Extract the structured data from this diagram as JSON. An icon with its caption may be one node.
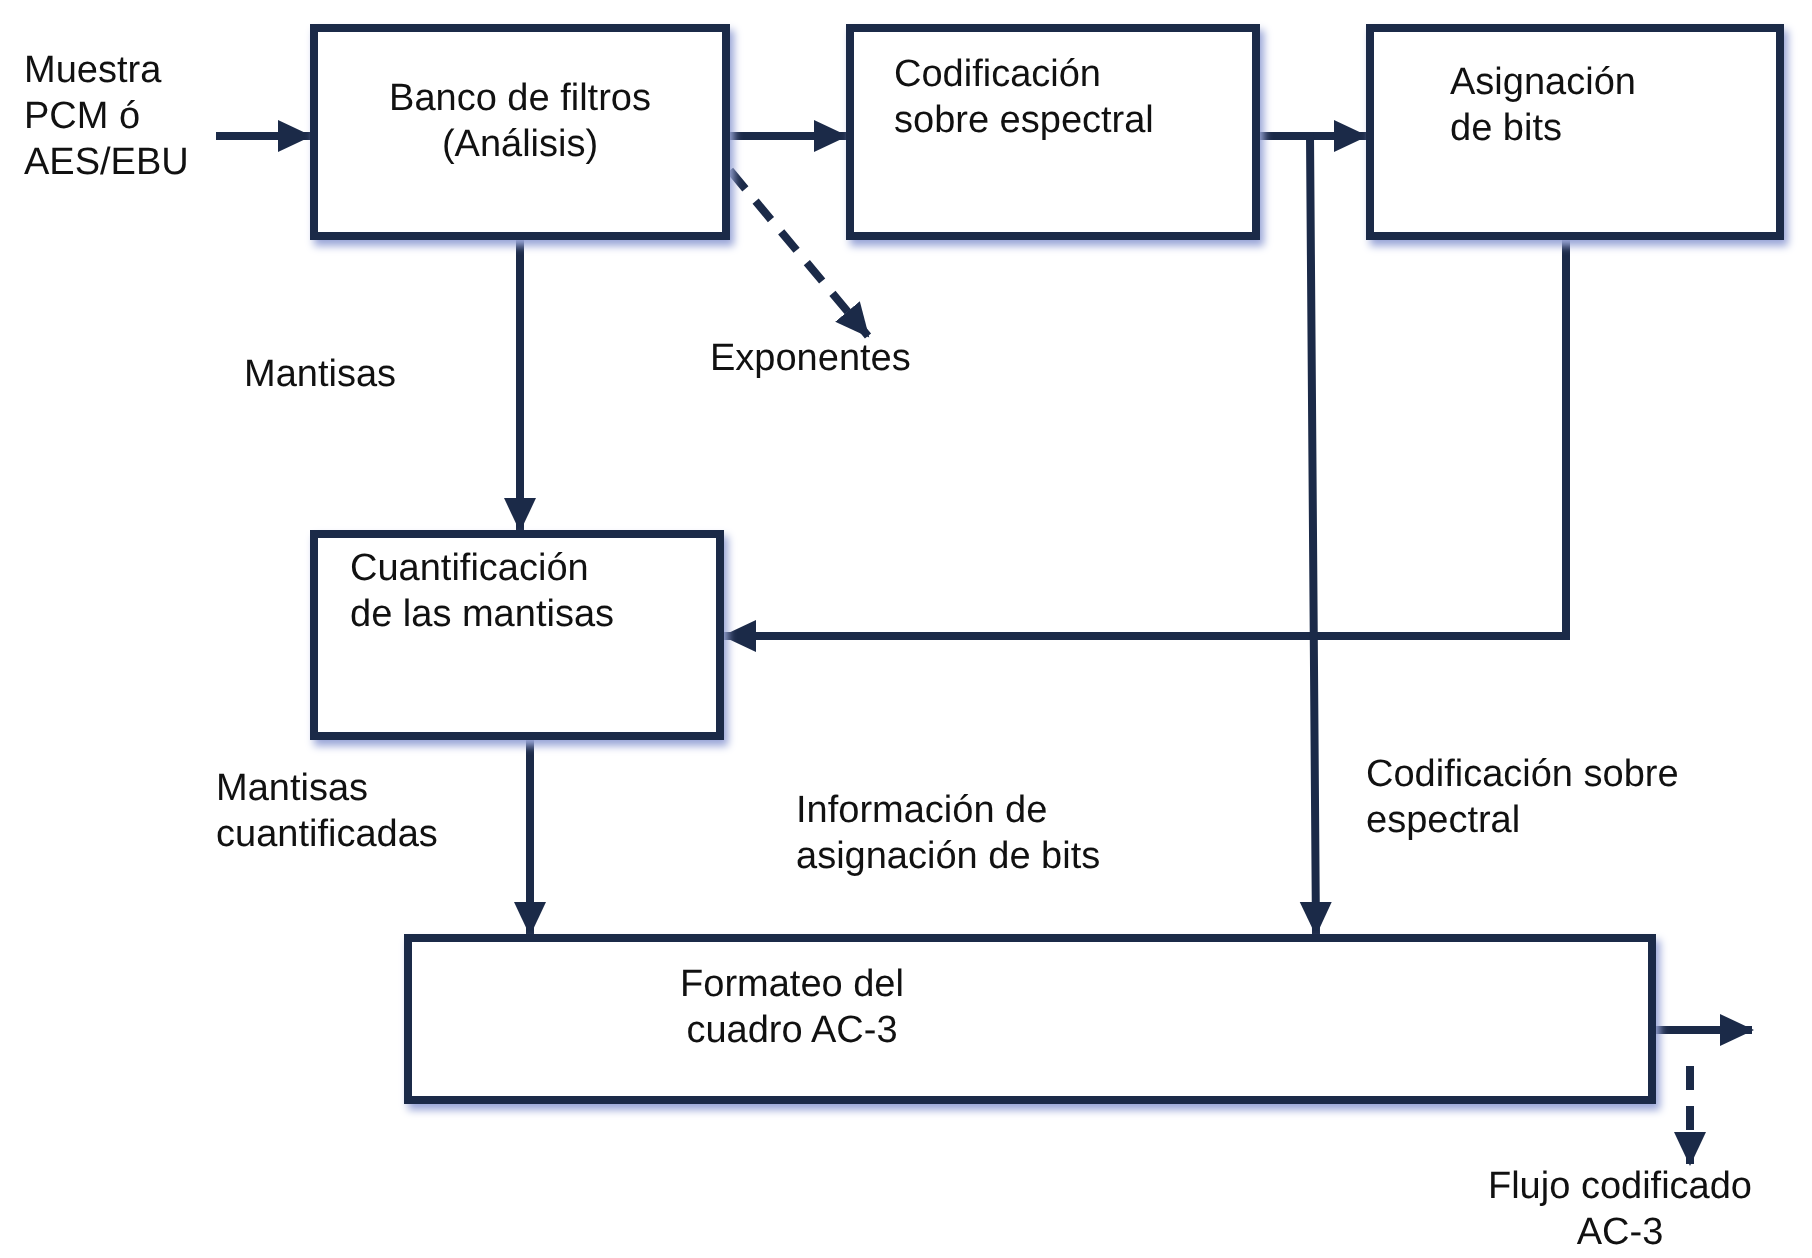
{
  "diagram": {
    "nodes": [
      {
        "text": [
          "Muestra PCM ó AES/EBU"
        ]
      },
      {
        "text": [
          "Banco de filtros (Análisis)"
        ]
      },
      {
        "text": [
          "Codificación sobre espectral"
        ]
      },
      {
        "text": [
          "Asignación de bits"
        ]
      },
      {
        "text": [
          "Exponentes"
        ]
      },
      {
        "text": [
          "Cuantificación de las mantisas"
        ]
      },
      {
        "text": [
          "Formateo del cuadro AC-3"
        ]
      },
      {
        "text": [
          "Flujo codificado AC-3"
        ]
      }
    ],
    "edges": [
      {
        "from": 0,
        "to": 1,
        "arrow": "to"
      },
      {
        "from": 1,
        "to": 2,
        "arrow": "to"
      },
      {
        "from": 2,
        "to": 3,
        "arrow": "to"
      },
      {
        "from": 1,
        "to": 4,
        "arrow": "to",
        "style": "dashed"
      },
      {
        "from": 1,
        "to": 5,
        "arrow": "to",
        "label": "Mantisas"
      },
      {
        "from": 3,
        "to": 5,
        "arrow": "to"
      },
      {
        "from": 2,
        "to": 6,
        "arrow": "to",
        "label": "Codificación sobre espectral"
      },
      {
        "from": 5,
        "to": 6,
        "arrow": "to",
        "label": "Mantisas cuantificadas"
      },
      {
        "from": 6,
        "to": null,
        "arrow": "to"
      },
      {
        "from": null,
        "to": 7,
        "arrow": "to",
        "style": "dashed"
      }
    ],
    "labels": [
      "Información de asignación de bits"
    ]
  }
}
